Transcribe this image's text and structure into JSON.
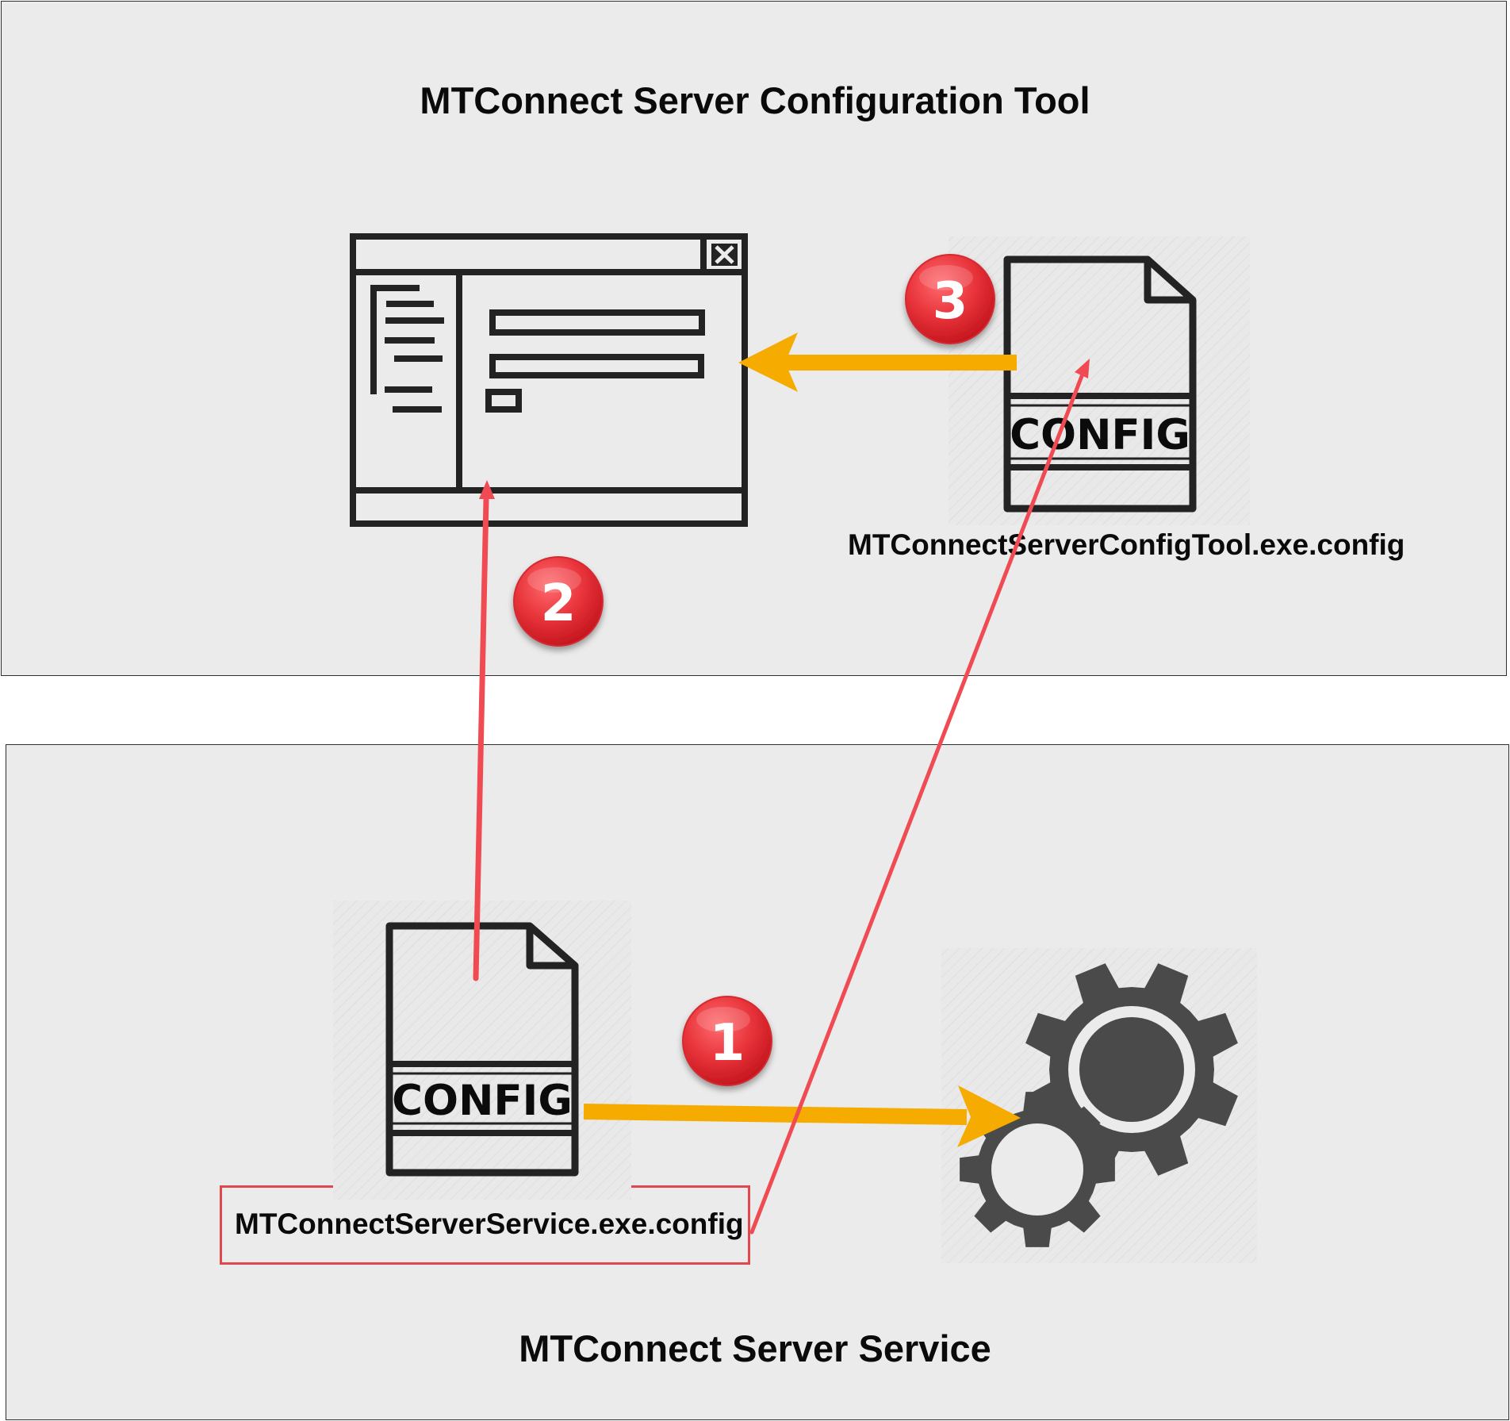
{
  "panels": {
    "top": {
      "title": "MTConnect Server Configuration Tool"
    },
    "bottom": {
      "title": "MTConnect Server Service"
    }
  },
  "files": {
    "tool_config": {
      "icon_label": "CONFIG",
      "file_name": "MTConnectServerConfigTool.exe.config"
    },
    "service_config": {
      "icon_label": "CONFIG",
      "file_name": "MTConnectServerService.exe.config"
    }
  },
  "steps": [
    {
      "number": "1"
    },
    {
      "number": "2"
    },
    {
      "number": "3"
    }
  ],
  "icons": {
    "app_window": "application-window-icon",
    "config_file": "config-file-icon",
    "service": "gears-icon"
  },
  "colors": {
    "panel_background": "#ebebeb",
    "panel_border": "#2f2f2f",
    "red_arrow": "#f04b52",
    "orange_arrow": "#f5ab00",
    "badge_red": "#e8333a",
    "gear_gray": "#4a4a4a",
    "icon_stroke": "#232323"
  }
}
